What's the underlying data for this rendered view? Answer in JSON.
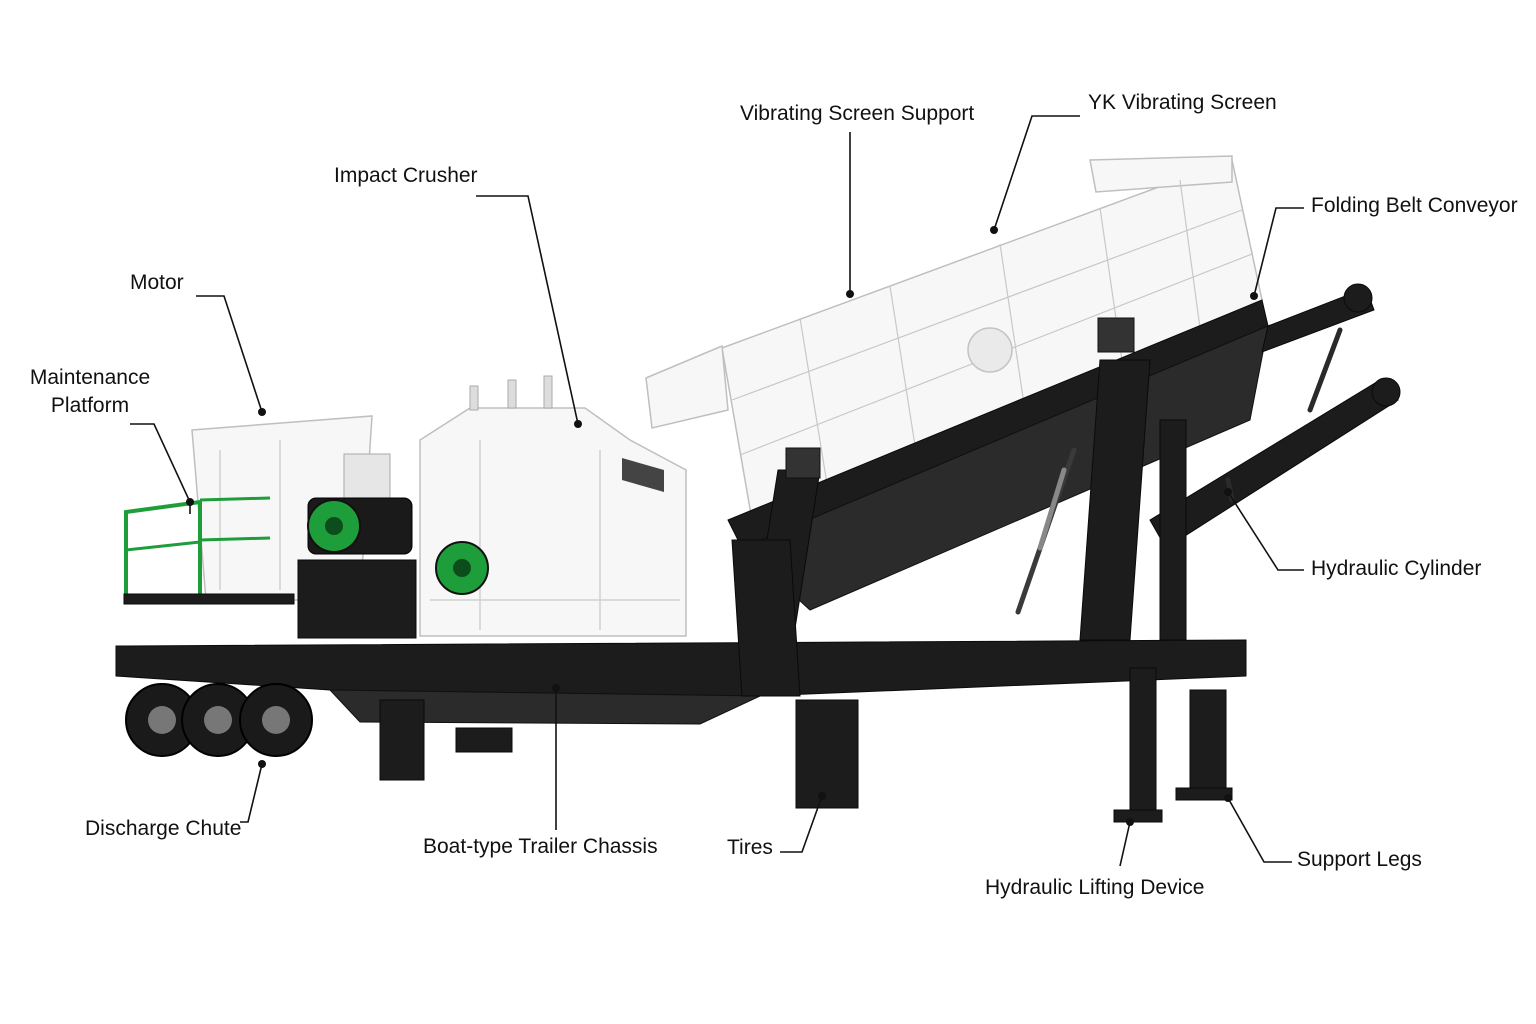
{
  "diagram": {
    "accent_color": "#1e9e3a",
    "frame_color": "#1c1c1c",
    "body_color": "#f7f7f7",
    "labels": {
      "vibrating_screen_support": "Vibrating Screen Support",
      "yk_vibrating_screen": "YK Vibrating Screen",
      "impact_crusher": "Impact Crusher",
      "folding_belt_conveyor": "Folding Belt Conveyor",
      "motor": "Motor",
      "maintenance_platform_line1": "Maintenance",
      "maintenance_platform_line2": "Platform",
      "hydraulic_cylinder": "Hydraulic Cylinder",
      "discharge_chute": "Discharge Chute",
      "boat_type_trailer_chassis": "Boat-type Trailer Chassis",
      "tires": "Tires",
      "support_legs": "Support Legs",
      "hydraulic_lifting_device": "Hydraulic Lifting Device"
    }
  }
}
